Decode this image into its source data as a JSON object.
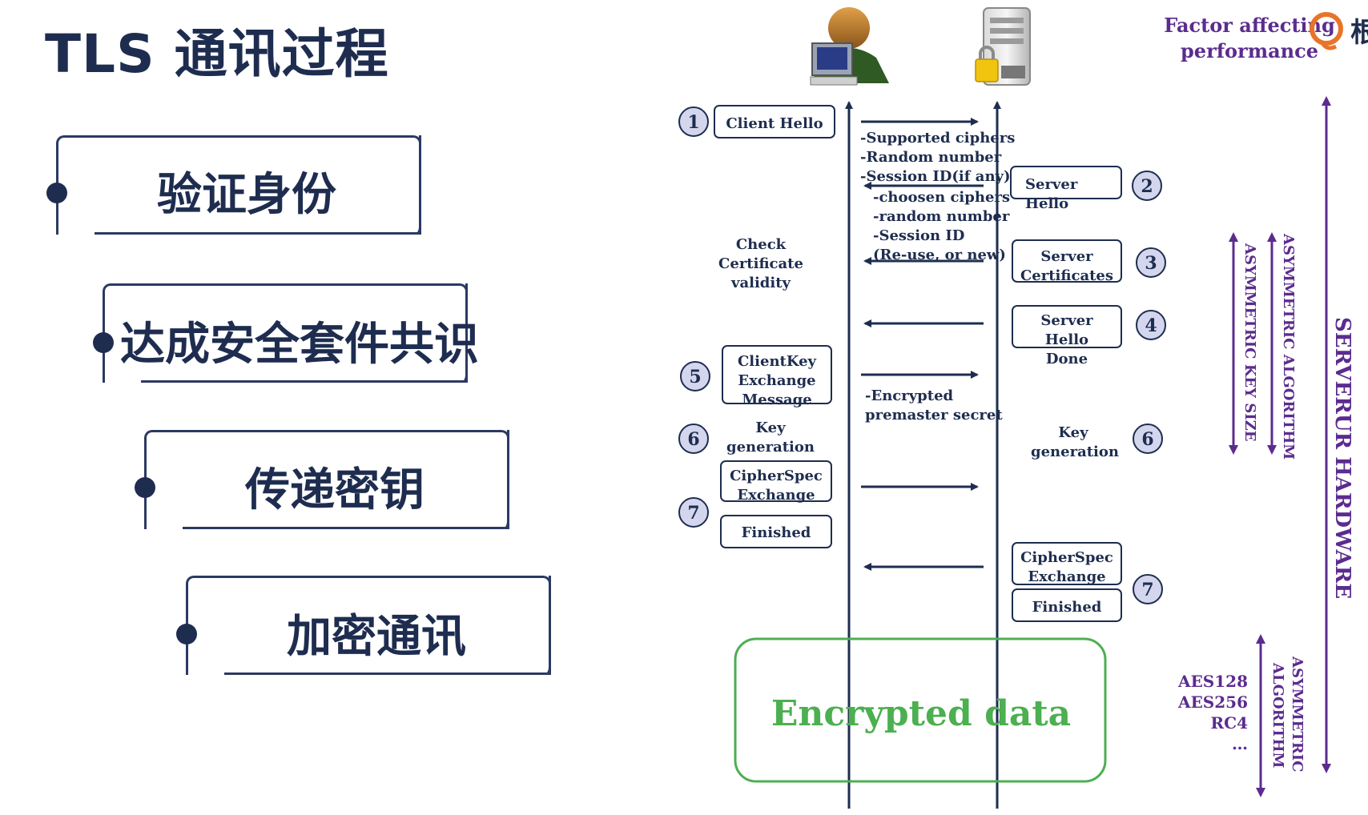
{
  "title": "TLS 通讯过程",
  "steps": [
    {
      "label": "验证身份"
    },
    {
      "label": "达成安全套件共识"
    },
    {
      "label": "传递密钥"
    },
    {
      "label": "加密通讯"
    }
  ],
  "factor": {
    "line1": "Factor affecting",
    "line2": "performance",
    "cut_text": "根"
  },
  "client": {
    "client_hello": "Client Hello",
    "check": [
      "Check",
      "Certificate",
      "validity"
    ],
    "client_key": [
      "ClientKey",
      "Exchange",
      "Message"
    ],
    "key_gen": [
      "Key",
      "generation"
    ],
    "cipher_spec": [
      "CipherSpec",
      "Exchange"
    ],
    "finished": "Finished"
  },
  "server": {
    "hello": [
      "Server",
      "Hello"
    ],
    "certificates": [
      "Server",
      "Certificates"
    ],
    "hello_done": [
      "Server",
      "Hello",
      "Done"
    ],
    "key_gen": [
      "Key",
      "generation"
    ],
    "cipher_spec": [
      "CipherSpec",
      "Exchange"
    ],
    "finished": "Finished"
  },
  "messages": {
    "m1": [
      "-Supported ciphers",
      "-Random number",
      "-Session ID(if any)"
    ],
    "m2": [
      "-choosen ciphers",
      "-random number",
      "-Session ID",
      "(Re-use, or new)"
    ],
    "m5": [
      "-Encrypted",
      "premaster secret"
    ]
  },
  "badges": {
    "b1": "1",
    "b2": "2",
    "b3": "3",
    "b4": "4",
    "b5": "5",
    "b6": "6",
    "b7": "7"
  },
  "encrypted_data": "Encrypted data",
  "side": {
    "asym_key_size": "ASYMMETRIC KEY SIZE",
    "asym_algo": "ASYMMETRIC ALGORITHM",
    "server_hw": "SERVERUR  HARDWARE",
    "ciphers": [
      "AES128",
      "AES256",
      "RC4",
      "…"
    ],
    "sym_algo": [
      "ASYMMETRIC",
      "ALGORITHM"
    ]
  },
  "colors": {
    "navy": "#1e2d4f",
    "purple": "#5b2c8e",
    "green": "#4caf50",
    "badge_fill": "#d4d6ee"
  }
}
